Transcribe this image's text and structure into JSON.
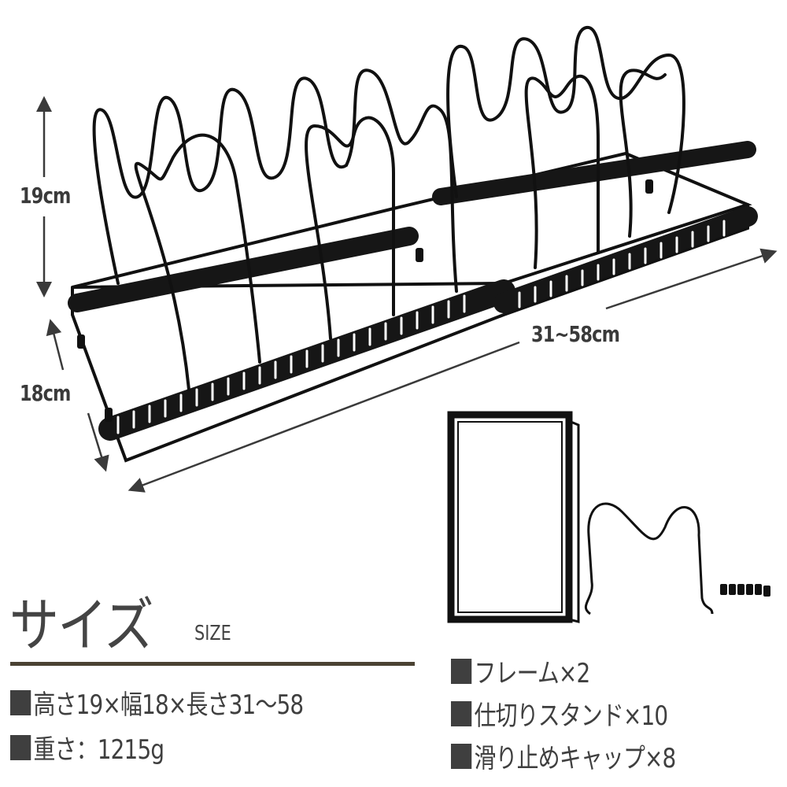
{
  "dimensions": {
    "height_label": "19cm",
    "width_label": "18cm",
    "length_label": "31~58cm"
  },
  "heading": {
    "title": "サイズ",
    "subtitle": "SIZE"
  },
  "specs": [
    {
      "text": "高さ19×幅18×長さ31〜58"
    },
    {
      "text": "重さ：1215g"
    }
  ],
  "contents": [
    {
      "text": "フレーム×2"
    },
    {
      "text": "仕切りスタンド×10"
    },
    {
      "text": "滑り止めキャップ×8"
    }
  ],
  "colors": {
    "text": "#3f3f3f",
    "divider": "#4a4233",
    "product": "#111111"
  }
}
